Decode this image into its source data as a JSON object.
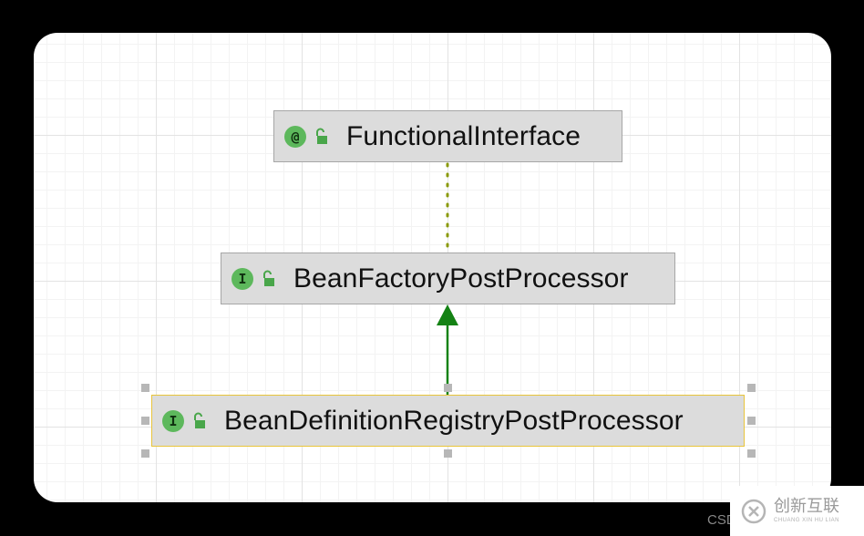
{
  "diagram": {
    "nodes": [
      {
        "id": "functional-interface",
        "badge": "@",
        "label": "FunctionalInterface"
      },
      {
        "id": "bean-factory-post-processor",
        "badge": "I",
        "label": "BeanFactoryPostProcessor"
      },
      {
        "id": "bean-definition-registry-post-processor",
        "badge": "I",
        "label": "BeanDefinitionRegistryPostProcessor",
        "selected": true
      }
    ],
    "edges": [
      {
        "from": "bean-factory-post-processor",
        "to": "functional-interface",
        "style": "dotted"
      },
      {
        "from": "bean-definition-registry-post-processor",
        "to": "bean-factory-post-processor",
        "style": "solid-arrow"
      }
    ]
  },
  "colors": {
    "badge": "#5db85c",
    "arrow": "#148214",
    "dotted": "#8a9a0a",
    "selection": "#e8c43b"
  },
  "watermark": {
    "text": "创新互联",
    "subtext": "CHUANG XIN HU LIAN",
    "partial": "CSD"
  }
}
